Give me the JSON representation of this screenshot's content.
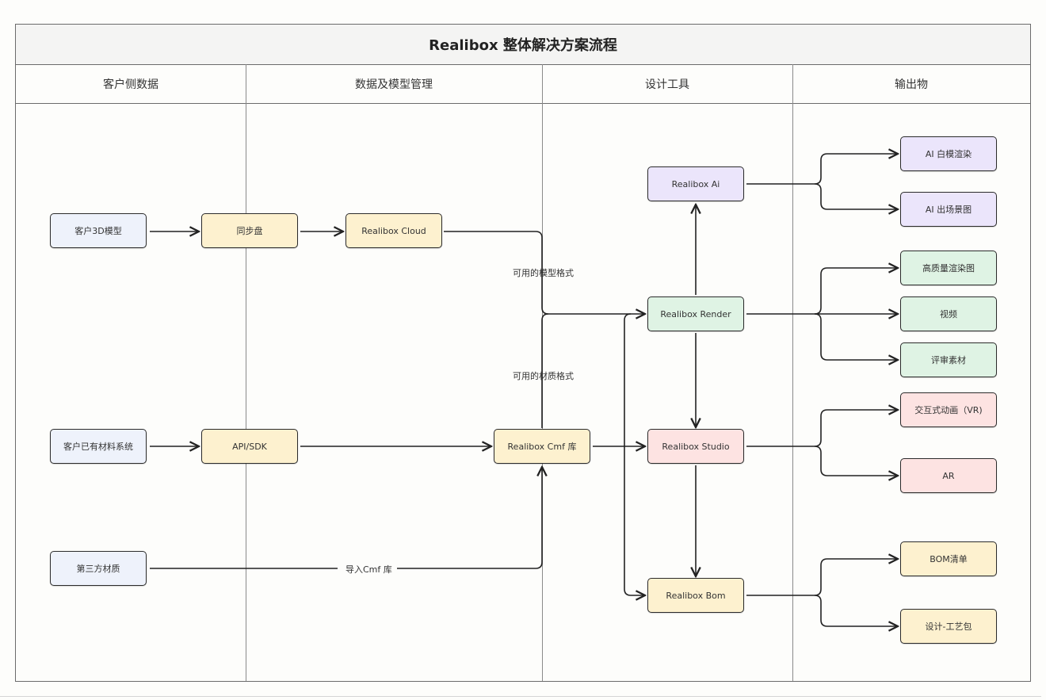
{
  "title": "Realibox 整体解决方案流程",
  "lanes": [
    {
      "label": "客户侧数据"
    },
    {
      "label": "数据及模型管理"
    },
    {
      "label": "设计工具"
    },
    {
      "label": "输出物"
    }
  ],
  "colors": {
    "blue": "#eef2fb",
    "yellow": "#fdf1cf",
    "purple": "#ebe5fb",
    "green": "#dff3e4",
    "pink": "#fde3e2",
    "border": "#2b2b2b"
  },
  "nodes": {
    "customer_3d_model": "客户3D模型",
    "sync_drive": "同步盘",
    "realibox_cloud": "Realibox Cloud",
    "customer_material_system": "客户已有材料系统",
    "api_sdk": "API/SDK",
    "realibox_cmf": "Realibox Cmf 库",
    "third_party_material": "第三方材质",
    "realibox_ai": "Realibox Ai",
    "realibox_render": "Realibox Render",
    "realibox_studio": "Realibox  Studio",
    "realibox_bom": "Realibox  Bom",
    "ai_white_model_render": "AI 白模渲染",
    "ai_scene_image": "AI 出场景图",
    "hq_render_image": "高质量渲染图",
    "video": "视频",
    "review_material": "评审素材",
    "interactive_animation_vr": "交互式动画（VR)",
    "ar": "AR",
    "bom_list": "BOM清单",
    "design_process_pack": "设计-工艺包"
  },
  "edge_labels": {
    "model_formats": "可用的模型格式",
    "material_formats": "可用的材质格式",
    "import_cmf": "导入Cmf 库"
  }
}
